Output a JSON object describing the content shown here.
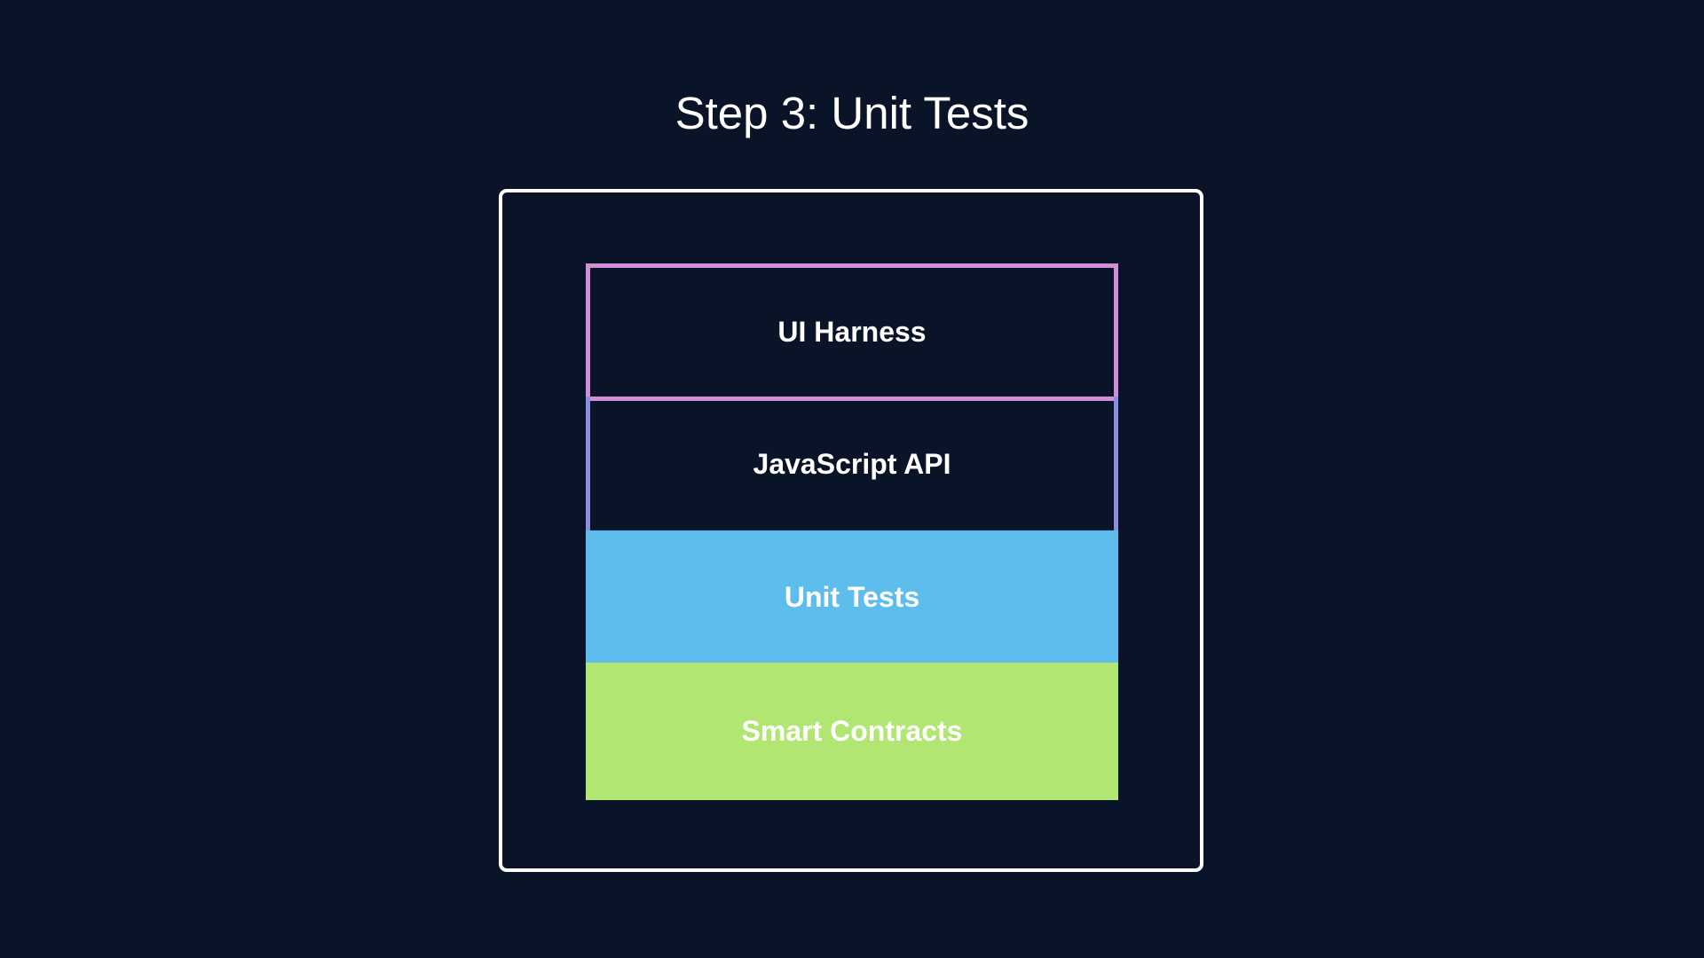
{
  "title": "Step 3: Unit Tests",
  "layers": [
    {
      "label": "UI Harness",
      "style": "outlined",
      "color": "#d08fd6"
    },
    {
      "label": "JavaScript API",
      "style": "outlined",
      "color": "#8e8ee0"
    },
    {
      "label": "Unit Tests",
      "style": "filled",
      "color": "#5dbeee"
    },
    {
      "label": "Smart Contracts",
      "style": "filled",
      "color": "#b2e672"
    }
  ],
  "colors": {
    "background": "#0a1428",
    "frame": "#ffffff",
    "text": "#ffffff"
  }
}
